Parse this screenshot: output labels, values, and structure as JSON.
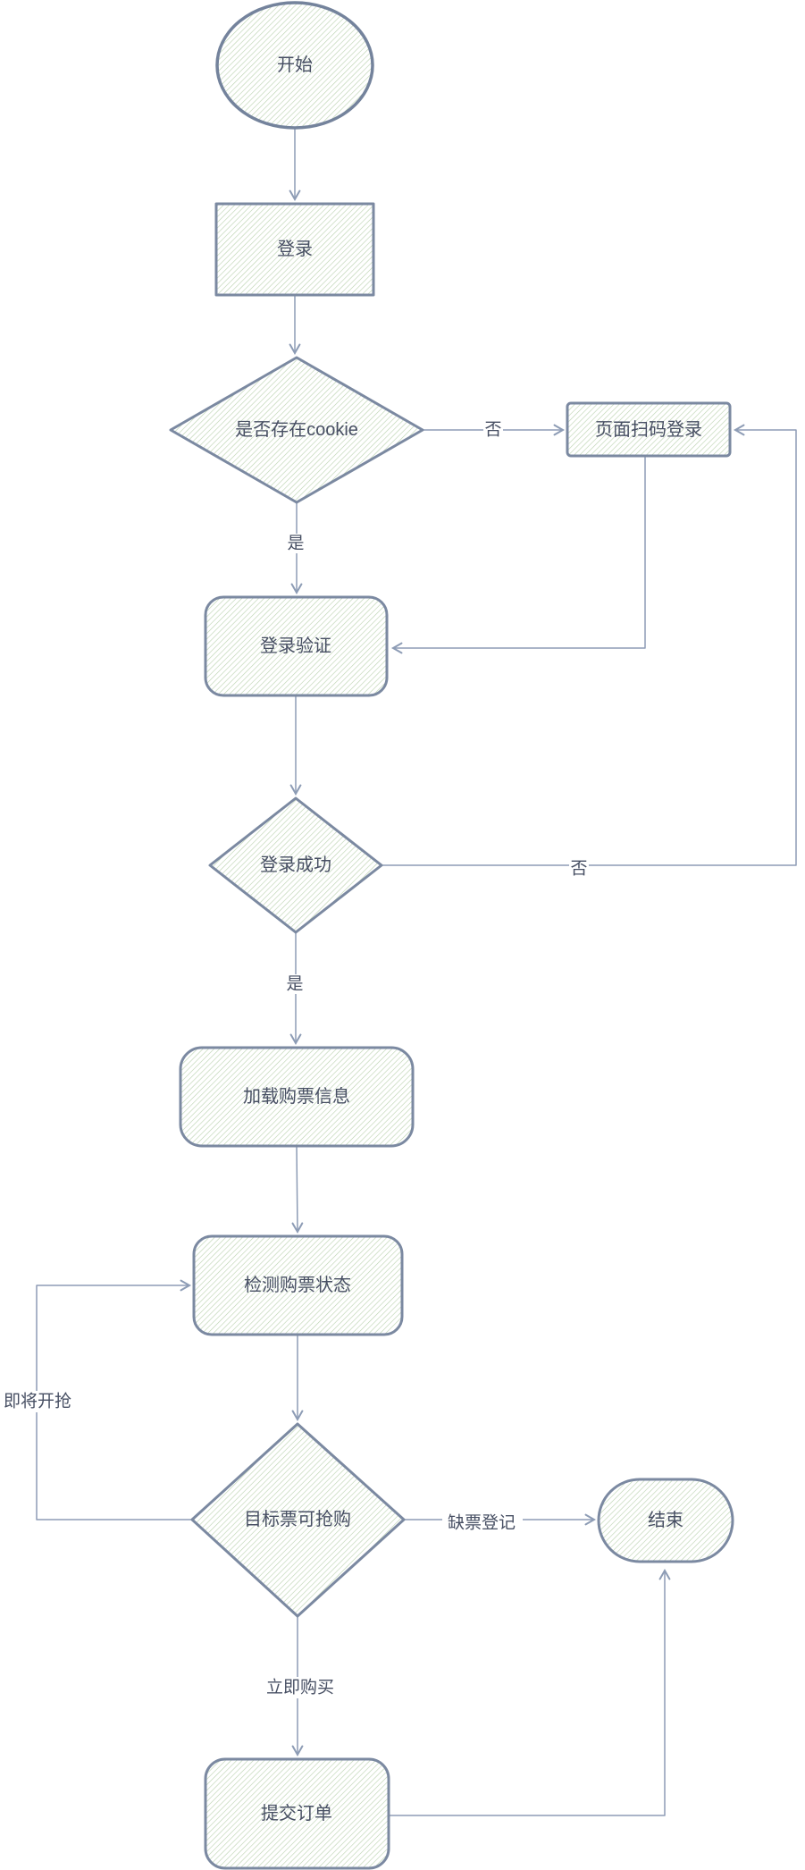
{
  "diagram": {
    "type": "flowchart",
    "style": "hand-drawn-sketch",
    "background": "#ffffff",
    "colors": {
      "node_border": "#7b89a1",
      "node_fill_hatch": "#b9d1ae",
      "connector": "#8d9cb5",
      "text": "#474f63",
      "edge_label_text": "#474f63",
      "edge_label_bg": "#ffffff"
    },
    "nodes": {
      "start": {
        "label": "开始",
        "shape": "ellipse"
      },
      "login": {
        "label": "登录",
        "shape": "rectangle"
      },
      "cookie_check": {
        "label": "是否存在cookie",
        "shape": "diamond"
      },
      "scan_login": {
        "label": "页面扫码登录",
        "shape": "rectangle"
      },
      "login_verify": {
        "label": "登录验证",
        "shape": "rounded-rectangle"
      },
      "login_success": {
        "label": "登录成功",
        "shape": "diamond"
      },
      "load_ticket_info": {
        "label": "加载购票信息",
        "shape": "rounded-rectangle"
      },
      "check_ticket_status": {
        "label": "检测购票状态",
        "shape": "rounded-rectangle"
      },
      "target_available": {
        "label": "目标票可抢购",
        "shape": "diamond"
      },
      "end": {
        "label": "结束",
        "shape": "stadium"
      },
      "submit_order": {
        "label": "提交订单",
        "shape": "rounded-rectangle"
      }
    },
    "edges": [
      {
        "from": "start",
        "to": "login",
        "label": ""
      },
      {
        "from": "login",
        "to": "cookie_check",
        "label": ""
      },
      {
        "from": "cookie_check",
        "to": "scan_login",
        "label": "否"
      },
      {
        "from": "cookie_check",
        "to": "login_verify",
        "label": "是"
      },
      {
        "from": "scan_login",
        "to": "login_verify",
        "label": ""
      },
      {
        "from": "login_verify",
        "to": "login_success",
        "label": ""
      },
      {
        "from": "login_success",
        "to": "scan_login",
        "label": "否"
      },
      {
        "from": "login_success",
        "to": "load_ticket_info",
        "label": "是"
      },
      {
        "from": "load_ticket_info",
        "to": "check_ticket_status",
        "label": ""
      },
      {
        "from": "check_ticket_status",
        "to": "target_available",
        "label": ""
      },
      {
        "from": "target_available",
        "to": "check_ticket_status",
        "label": "即将开抢"
      },
      {
        "from": "target_available",
        "to": "end",
        "label": "缺票登记"
      },
      {
        "from": "target_available",
        "to": "submit_order",
        "label": "立即购买"
      },
      {
        "from": "submit_order",
        "to": "end",
        "label": ""
      }
    ]
  }
}
